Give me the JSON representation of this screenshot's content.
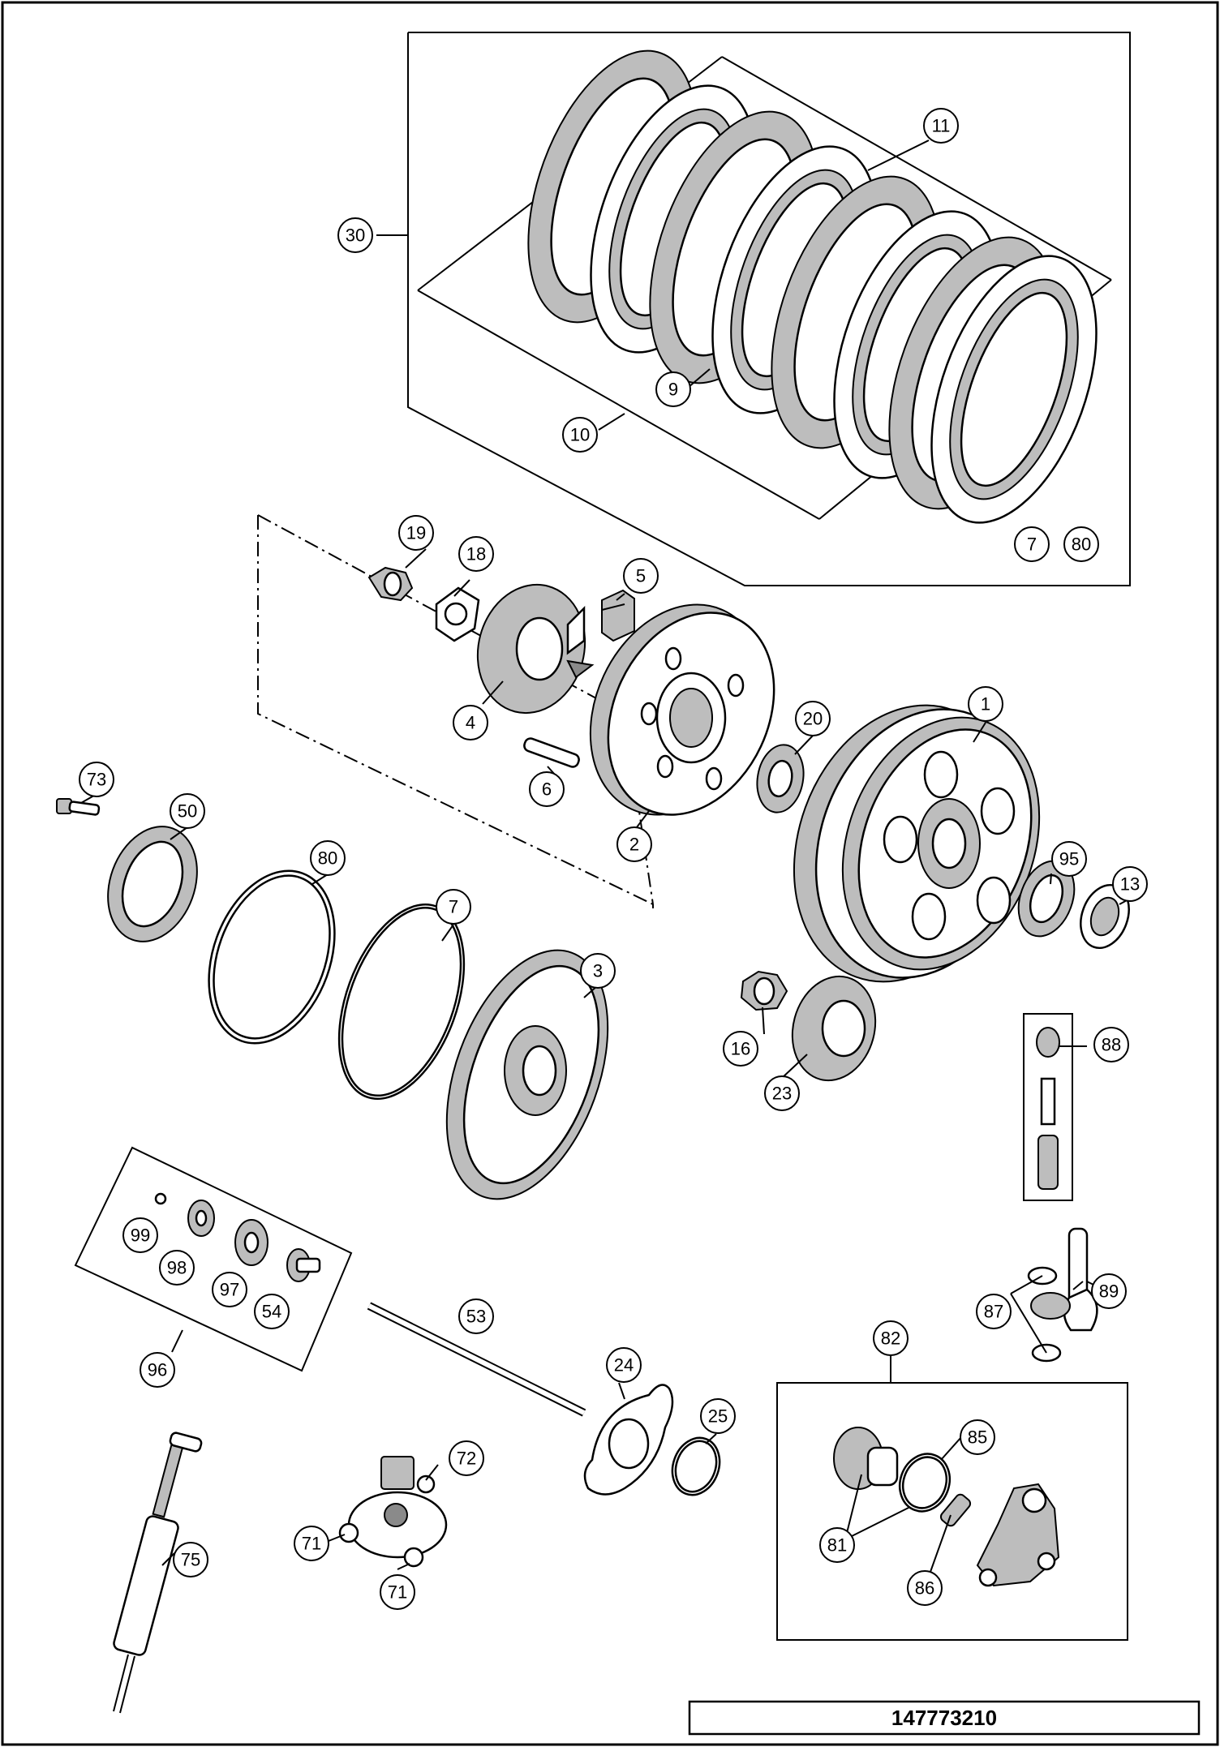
{
  "diagram_code": "147773210",
  "callouts": {
    "c30": "30",
    "c11": "11",
    "c9": "9",
    "c10": "10",
    "c7a": "7",
    "c80a": "80",
    "c19": "19",
    "c18": "18",
    "c5": "5",
    "c4": "4",
    "c6": "6",
    "c2": "2",
    "c20": "20",
    "c1": "1",
    "c73": "73",
    "c50": "50",
    "c80": "80",
    "c7": "7",
    "c3": "3",
    "c95": "95",
    "c13": "13",
    "c16": "16",
    "c23": "23",
    "c88": "88",
    "c99": "99",
    "c98": "98",
    "c97": "97",
    "c54": "54",
    "c96": "96",
    "c53": "53",
    "c24": "24",
    "c25": "25",
    "c89": "89",
    "c87": "87",
    "c82": "82",
    "c85": "85",
    "c81": "81",
    "c86": "86",
    "c72": "72",
    "c71a": "71",
    "c71b": "71",
    "c75": "75"
  }
}
